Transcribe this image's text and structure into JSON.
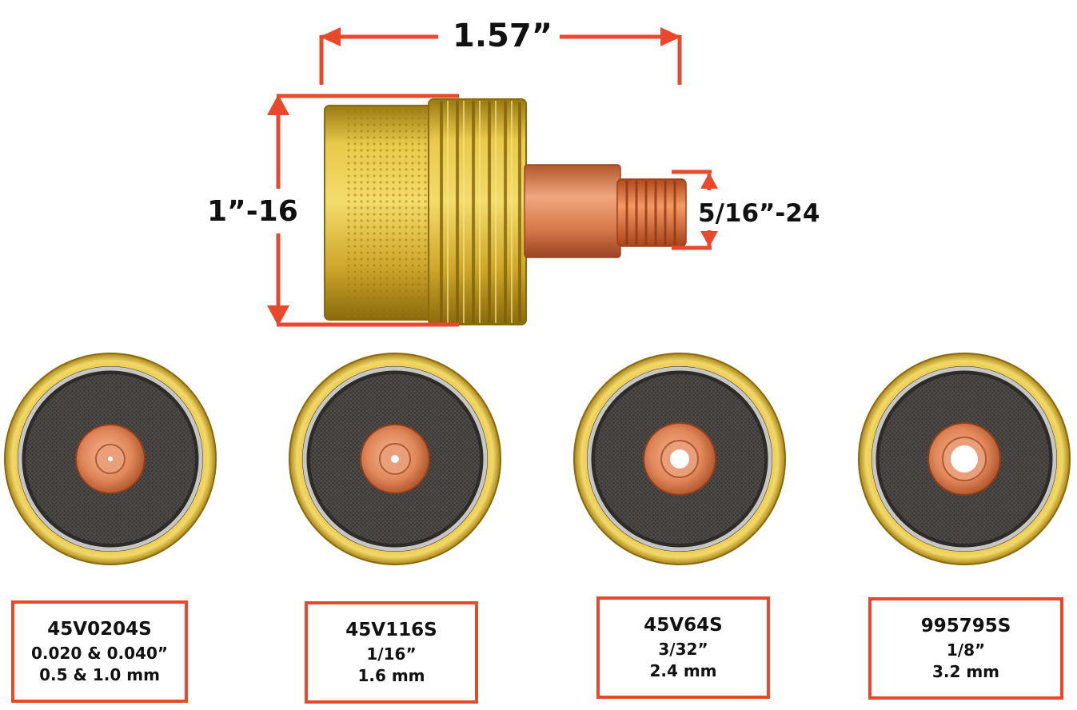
{
  "dimensions": {
    "overall_length": "1.57”",
    "body_thread": "1”-16",
    "stud_thread": "5/16”-24"
  },
  "colors": {
    "dimension_lines": "#e8482b",
    "brass": "#d9b532",
    "copper": "#e07a4a",
    "screen": "#3d3b39"
  },
  "lens_parts": [
    {
      "part_number": "45V0204S",
      "size_in": "0.020 & 0.040”",
      "size_mm": "0.5 & 1.0 mm"
    },
    {
      "part_number": "45V116S",
      "size_in": "1/16”",
      "size_mm": "1.6 mm"
    },
    {
      "part_number": "45V64S",
      "size_in": "3/32”",
      "size_mm": "2.4 mm"
    },
    {
      "part_number": "995795S",
      "size_in": "1/8”",
      "size_mm": "3.2 mm"
    }
  ]
}
